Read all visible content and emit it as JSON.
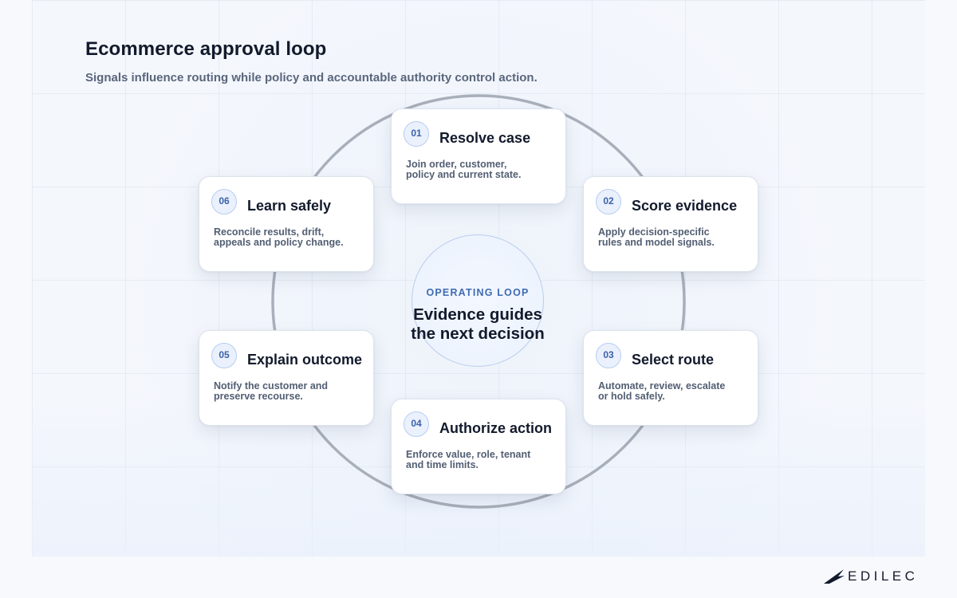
{
  "header": {
    "title": "Ecommerce approval loop",
    "subtitle": "Signals influence routing while policy and accountable authority control action."
  },
  "hub": {
    "eyebrow": "OPERATING LOOP",
    "line1": "Evidence guides",
    "line2": "the next decision"
  },
  "steps": [
    {
      "number": "01",
      "title": "Resolve case",
      "desc_line1": "Join order, customer,",
      "desc_line2": "policy and current state."
    },
    {
      "number": "02",
      "title": "Score evidence",
      "desc_line1": "Apply decision-specific",
      "desc_line2": "rules and model signals."
    },
    {
      "number": "03",
      "title": "Select route",
      "desc_line1": "Automate, review, escalate",
      "desc_line2": "or hold safely."
    },
    {
      "number": "04",
      "title": "Authorize action",
      "desc_line1": "Enforce value, role, tenant",
      "desc_line2": "and time limits."
    },
    {
      "number": "05",
      "title": "Explain outcome",
      "desc_line1": "Notify the customer and",
      "desc_line2": "preserve recourse."
    },
    {
      "number": "06",
      "title": "Learn safely",
      "desc_line1": "Reconcile results, drift,",
      "desc_line2": "appeals and policy change."
    }
  ],
  "brand": {
    "name": "EDILEC"
  },
  "colors": {
    "accent": "#3f6bb3",
    "ring": "#a9afba",
    "text_dark": "#121a2c",
    "text_muted": "#5a667d"
  }
}
